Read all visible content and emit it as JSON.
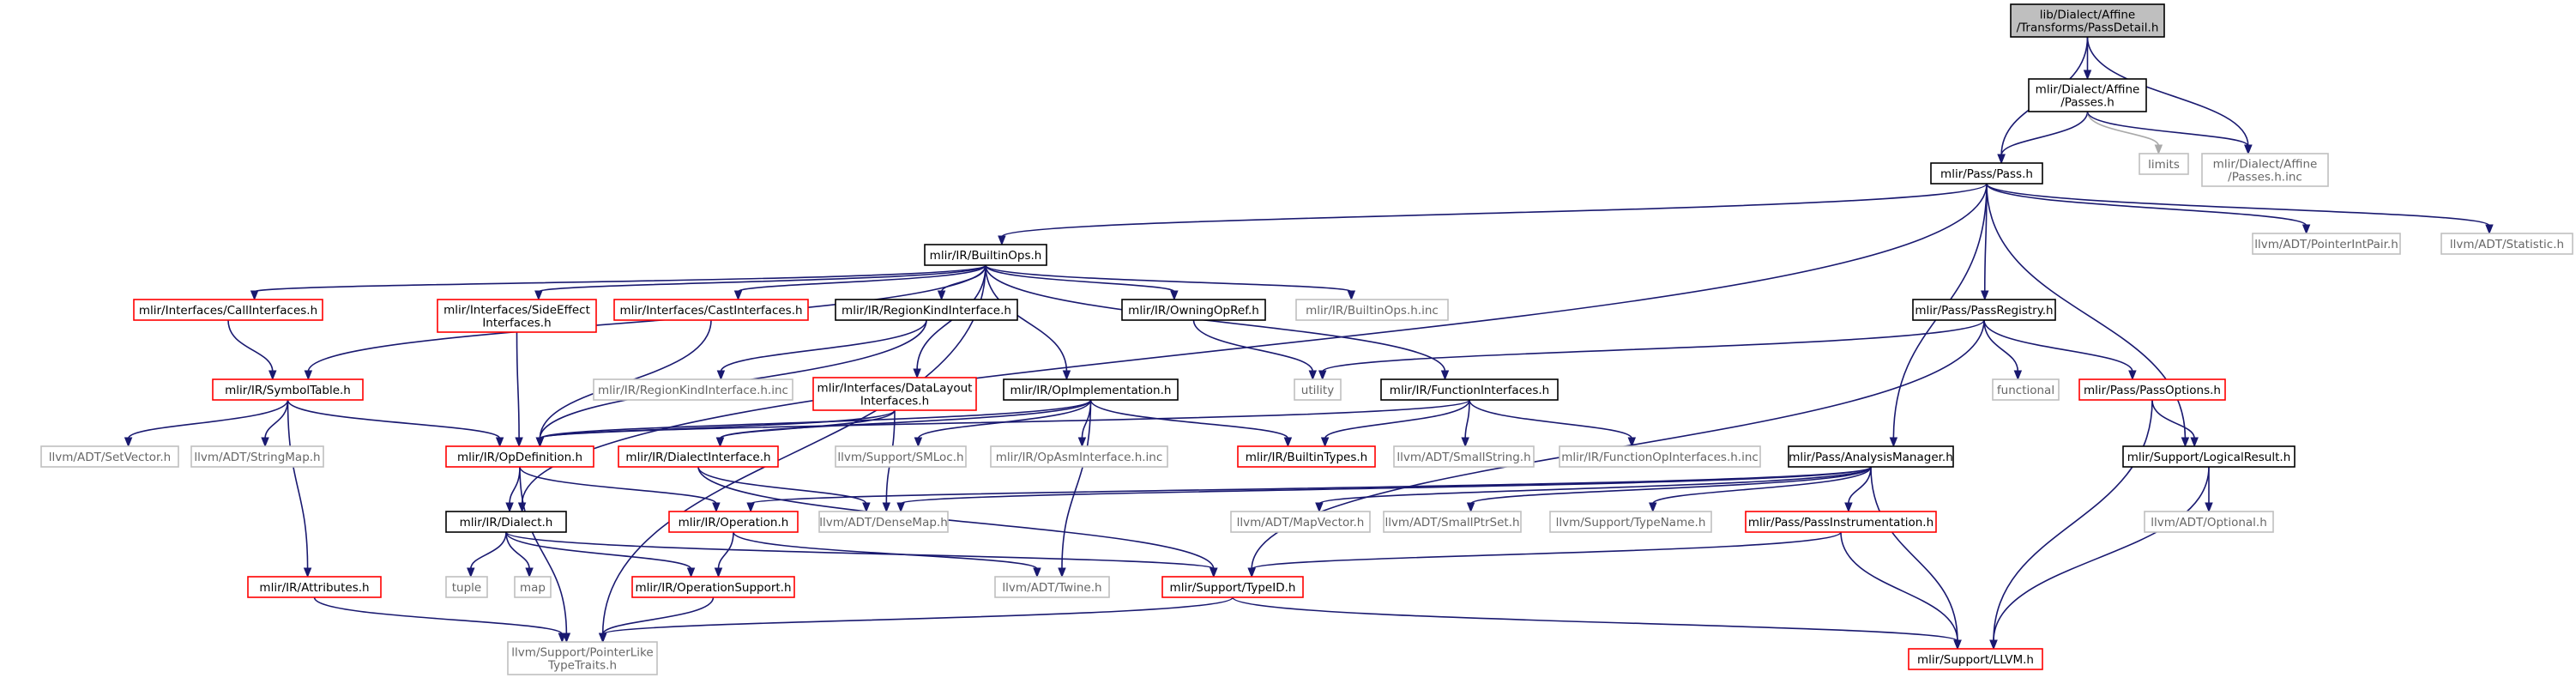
{
  "graph": {
    "nodes": {
      "passdetail": {
        "label": [
          "lib/Dialect/Affine",
          "/Transforms/PassDetail.h"
        ],
        "kind": "root"
      },
      "affinepasses": {
        "label": [
          "mlir/Dialect/Affine",
          "/Passes.h"
        ],
        "kind": "normal"
      },
      "limits": {
        "label": [
          "limits"
        ],
        "kind": "gray"
      },
      "affinepassesinc": {
        "label": [
          "mlir/Dialect/Affine",
          "/Passes.h.inc"
        ],
        "kind": "gray"
      },
      "pass": {
        "label": [
          "mlir/Pass/Pass.h"
        ],
        "kind": "normal"
      },
      "builtinops": {
        "label": [
          "mlir/IR/BuiltinOps.h"
        ],
        "kind": "normal"
      },
      "ptrintpair": {
        "label": [
          "llvm/ADT/PointerIntPair.h"
        ],
        "kind": "gray"
      },
      "statistic": {
        "label": [
          "llvm/ADT/Statistic.h"
        ],
        "kind": "gray"
      },
      "callif": {
        "label": [
          "mlir/Interfaces/CallInterfaces.h"
        ],
        "kind": "red"
      },
      "sideeffect": {
        "label": [
          "mlir/Interfaces/SideEffect",
          "Interfaces.h"
        ],
        "kind": "red"
      },
      "castif": {
        "label": [
          "mlir/Interfaces/CastInterfaces.h"
        ],
        "kind": "red"
      },
      "regionkind": {
        "label": [
          "mlir/IR/RegionKindInterface.h"
        ],
        "kind": "normal"
      },
      "owningopref": {
        "label": [
          "mlir/IR/OwningOpRef.h"
        ],
        "kind": "normal"
      },
      "builtinopsinc": {
        "label": [
          "mlir/IR/BuiltinOps.h.inc"
        ],
        "kind": "gray"
      },
      "passregistry": {
        "label": [
          "mlir/Pass/PassRegistry.h"
        ],
        "kind": "normal"
      },
      "symboltable": {
        "label": [
          "mlir/IR/SymbolTable.h"
        ],
        "kind": "red"
      },
      "regionkindinc": {
        "label": [
          "mlir/IR/RegionKindInterface.h.inc"
        ],
        "kind": "gray"
      },
      "datalayout": {
        "label": [
          "mlir/Interfaces/DataLayout",
          "Interfaces.h"
        ],
        "kind": "red"
      },
      "opimpl": {
        "label": [
          "mlir/IR/OpImplementation.h"
        ],
        "kind": "normal"
      },
      "funcif": {
        "label": [
          "mlir/IR/FunctionInterfaces.h"
        ],
        "kind": "normal"
      },
      "utility": {
        "label": [
          "utility"
        ],
        "kind": "gray"
      },
      "functional": {
        "label": [
          "functional"
        ],
        "kind": "gray"
      },
      "passoptions": {
        "label": [
          "mlir/Pass/PassOptions.h"
        ],
        "kind": "red"
      },
      "setvector": {
        "label": [
          "llvm/ADT/SetVector.h"
        ],
        "kind": "gray"
      },
      "stringmap": {
        "label": [
          "llvm/ADT/StringMap.h"
        ],
        "kind": "gray"
      },
      "opdef": {
        "label": [
          "mlir/IR/OpDefinition.h"
        ],
        "kind": "red"
      },
      "dialectif": {
        "label": [
          "mlir/IR/DialectInterface.h"
        ],
        "kind": "red"
      },
      "smloc": {
        "label": [
          "llvm/Support/SMLoc.h"
        ],
        "kind": "gray"
      },
      "opasmifinc": {
        "label": [
          "mlir/IR/OpAsmInterface.h.inc"
        ],
        "kind": "gray"
      },
      "builtintypes": {
        "label": [
          "mlir/IR/BuiltinTypes.h"
        ],
        "kind": "red"
      },
      "smallstring": {
        "label": [
          "llvm/ADT/SmallString.h"
        ],
        "kind": "gray"
      },
      "funcopifinc": {
        "label": [
          "mlir/IR/FunctionOpInterfaces.h.inc"
        ],
        "kind": "gray"
      },
      "analysismgr": {
        "label": [
          "mlir/Pass/AnalysisManager.h"
        ],
        "kind": "normal"
      },
      "logicalresult": {
        "label": [
          "mlir/Support/LogicalResult.h"
        ],
        "kind": "normal"
      },
      "dialect": {
        "label": [
          "mlir/IR/Dialect.h"
        ],
        "kind": "normal"
      },
      "operation": {
        "label": [
          "mlir/IR/Operation.h"
        ],
        "kind": "red"
      },
      "densemap": {
        "label": [
          "llvm/ADT/DenseMap.h"
        ],
        "kind": "gray"
      },
      "mapvector": {
        "label": [
          "llvm/ADT/MapVector.h"
        ],
        "kind": "gray"
      },
      "smallptrset": {
        "label": [
          "llvm/ADT/SmallPtrSet.h"
        ],
        "kind": "gray"
      },
      "typename": {
        "label": [
          "llvm/Support/TypeName.h"
        ],
        "kind": "gray"
      },
      "passinstr": {
        "label": [
          "mlir/Pass/PassInstrumentation.h"
        ],
        "kind": "red"
      },
      "optional": {
        "label": [
          "llvm/ADT/Optional.h"
        ],
        "kind": "gray"
      },
      "tuple": {
        "label": [
          "tuple"
        ],
        "kind": "gray"
      },
      "map": {
        "label": [
          "map"
        ],
        "kind": "gray"
      },
      "attributes": {
        "label": [
          "mlir/IR/Attributes.h"
        ],
        "kind": "red"
      },
      "opsupport": {
        "label": [
          "mlir/IR/OperationSupport.h"
        ],
        "kind": "red"
      },
      "twine": {
        "label": [
          "llvm/ADT/Twine.h"
        ],
        "kind": "gray"
      },
      "typeid": {
        "label": [
          "mlir/Support/TypeID.h"
        ],
        "kind": "red"
      },
      "llvmh": {
        "label": [
          "mlir/Support/LLVM.h"
        ],
        "kind": "red"
      },
      "ptrliketraits": {
        "label": [
          "llvm/Support/PointerLike",
          "TypeTraits.h"
        ],
        "kind": "gray"
      }
    },
    "edges": [
      [
        "passdetail",
        "affinepasses"
      ],
      [
        "passdetail",
        "pass"
      ],
      [
        "passdetail",
        "affinepassesinc"
      ],
      [
        "affinepasses",
        "pass"
      ],
      [
        "affinepasses",
        "limits",
        "g"
      ],
      [
        "affinepasses",
        "affinepassesinc"
      ],
      [
        "pass",
        "builtinops"
      ],
      [
        "pass",
        "ptrintpair"
      ],
      [
        "pass",
        "statistic"
      ],
      [
        "pass",
        "dialect"
      ],
      [
        "pass",
        "passregistry"
      ],
      [
        "pass",
        "analysismgr"
      ],
      [
        "pass",
        "logicalresult"
      ],
      [
        "builtinops",
        "callif"
      ],
      [
        "builtinops",
        "sideeffect"
      ],
      [
        "builtinops",
        "castif"
      ],
      [
        "builtinops",
        "regionkind"
      ],
      [
        "builtinops",
        "owningopref"
      ],
      [
        "builtinops",
        "builtinopsinc"
      ],
      [
        "builtinops",
        "symboltable"
      ],
      [
        "builtinops",
        "datalayout"
      ],
      [
        "builtinops",
        "opimpl"
      ],
      [
        "builtinops",
        "funcif"
      ],
      [
        "builtinops",
        "ptrliketraits"
      ],
      [
        "callif",
        "symboltable"
      ],
      [
        "sideeffect",
        "opdef"
      ],
      [
        "castif",
        "opdef"
      ],
      [
        "regionkind",
        "opdef"
      ],
      [
        "regionkind",
        "regionkindinc"
      ],
      [
        "owningopref",
        "utility"
      ],
      [
        "passregistry",
        "utility"
      ],
      [
        "passregistry",
        "functional"
      ],
      [
        "passregistry",
        "passoptions"
      ],
      [
        "passregistry",
        "typeid"
      ],
      [
        "passoptions",
        "logicalresult"
      ],
      [
        "passoptions",
        "llvmh"
      ],
      [
        "symboltable",
        "setvector"
      ],
      [
        "symboltable",
        "stringmap"
      ],
      [
        "symboltable",
        "opdef"
      ],
      [
        "symboltable",
        "attributes"
      ],
      [
        "datalayout",
        "opdef"
      ],
      [
        "datalayout",
        "dialectif"
      ],
      [
        "datalayout",
        "densemap"
      ],
      [
        "opimpl",
        "opdef"
      ],
      [
        "opimpl",
        "dialectif"
      ],
      [
        "opimpl",
        "smloc"
      ],
      [
        "opimpl",
        "opasmifinc"
      ],
      [
        "opimpl",
        "builtintypes"
      ],
      [
        "opimpl",
        "twine"
      ],
      [
        "funcif",
        "opdef"
      ],
      [
        "funcif",
        "builtintypes"
      ],
      [
        "funcif",
        "smallstring"
      ],
      [
        "funcif",
        "funcopifinc"
      ],
      [
        "opdef",
        "dialect"
      ],
      [
        "opdef",
        "operation"
      ],
      [
        "opdef",
        "ptrliketraits"
      ],
      [
        "dialectif",
        "densemap"
      ],
      [
        "dialectif",
        "typeid"
      ],
      [
        "analysismgr",
        "operation"
      ],
      [
        "analysismgr",
        "densemap"
      ],
      [
        "analysismgr",
        "mapvector"
      ],
      [
        "analysismgr",
        "smallptrset"
      ],
      [
        "analysismgr",
        "typename"
      ],
      [
        "analysismgr",
        "passinstr"
      ],
      [
        "analysismgr",
        "llvmh"
      ],
      [
        "logicalresult",
        "optional"
      ],
      [
        "logicalresult",
        "llvmh"
      ],
      [
        "dialect",
        "tuple"
      ],
      [
        "dialect",
        "map"
      ],
      [
        "dialect",
        "opsupport"
      ],
      [
        "dialect",
        "typeid"
      ],
      [
        "operation",
        "opsupport"
      ],
      [
        "operation",
        "twine"
      ],
      [
        "passinstr",
        "typeid"
      ],
      [
        "passinstr",
        "llvmh"
      ],
      [
        "attributes",
        "ptrliketraits"
      ],
      [
        "opsupport",
        "ptrliketraits"
      ],
      [
        "typeid",
        "ptrliketraits"
      ],
      [
        "typeid",
        "llvmh"
      ]
    ]
  }
}
